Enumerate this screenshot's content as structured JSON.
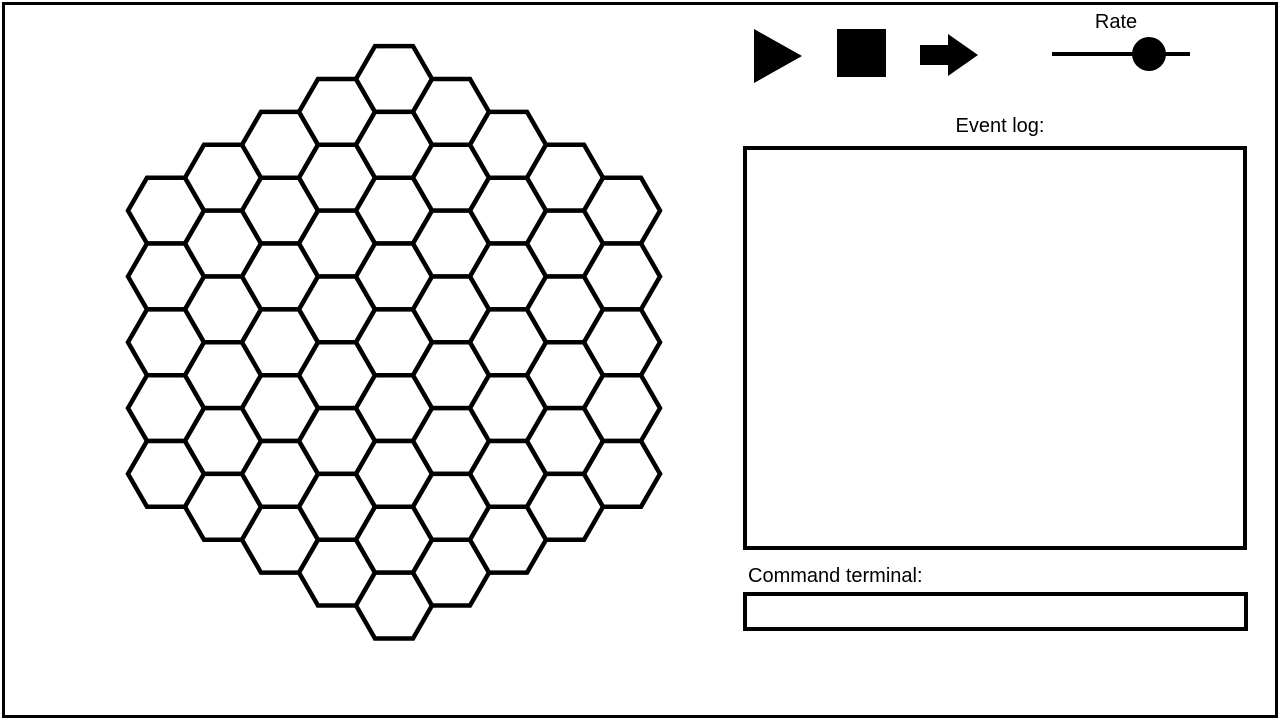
{
  "toolbar": {
    "play_icon": "play-icon",
    "stop_icon": "stop-icon",
    "step_icon": "step-forward-arrow-icon"
  },
  "rate": {
    "label": "Rate",
    "value_fraction": 0.7
  },
  "event_log": {
    "label": "Event log:",
    "entries": []
  },
  "terminal": {
    "label": "Command terminal:",
    "value": "",
    "placeholder": ""
  },
  "board": {
    "shape": "hexagonal grid of hexagon tiles",
    "columns": [
      5,
      6,
      7,
      8,
      9,
      8,
      7,
      6,
      5
    ],
    "tile_count": 61,
    "colors": {
      "stroke": "#000000",
      "fill": "#ffffff"
    }
  }
}
